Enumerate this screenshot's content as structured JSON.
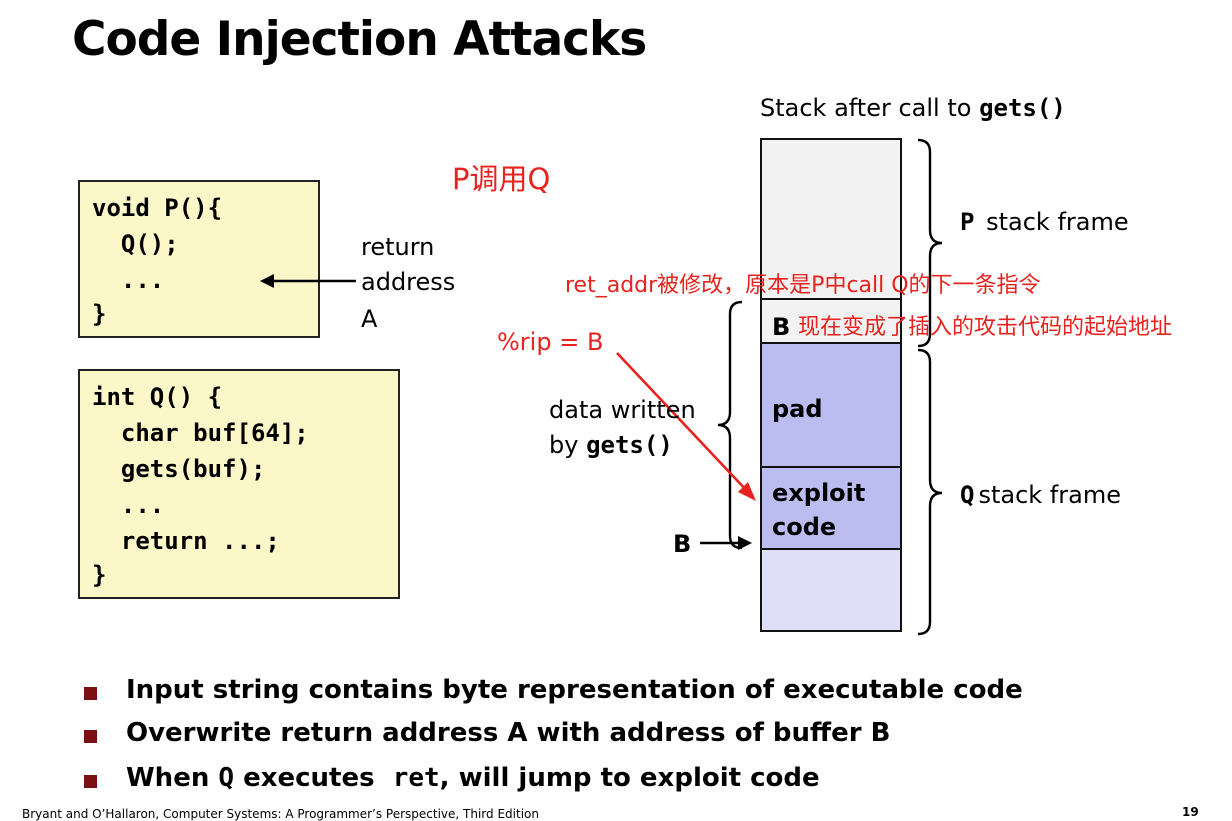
{
  "title": "Code Injection Attacks",
  "code_p": [
    "void P(){",
    "  Q();",
    "  ...",
    "}"
  ],
  "code_q": [
    "int Q() {",
    "  char buf[64];",
    "  gets(buf);",
    "  ...",
    "  return ...;",
    "}"
  ],
  "return_label": [
    "return",
    "address",
    "A"
  ],
  "stack_caption_prefix": "Stack after call to ",
  "stack_caption_code": "gets()",
  "p_frame_code": "P",
  "p_frame_text": "stack frame",
  "q_frame_code": "Q",
  "q_frame_text": "stack frame",
  "data_written_line1": "data written",
  "data_written_prefix": "by ",
  "data_written_code": "gets()",
  "cell_b": "B",
  "cell_pad": "pad",
  "cell_exploit": [
    "exploit",
    "code"
  ],
  "b_pointer": "B",
  "annotations": {
    "p_calls_q": "P调用Q",
    "ret_addr": "ret_addr被修改，原本是P中call Q的下一条指令",
    "now_becomes": "现在变成了插入的攻击代码的起始地址",
    "rip": "%rip = B"
  },
  "bullets": [
    {
      "text": "Input string contains byte representation of executable code"
    },
    {
      "text": "Overwrite return address A with address of buffer B"
    },
    {
      "pre": "When ",
      "code1": "Q",
      "mid": " executes  ",
      "code2": "ret",
      "post": ", will jump to exploit code"
    }
  ],
  "footer": "Bryant and O’Hallaron, Computer Systems: A Programmer’s Perspective, Third Edition",
  "page_number": "19",
  "colors": {
    "code_bg": "#fbf7c9",
    "stack_top": "#f2f2f2",
    "stack_fill": "#bbbcf0",
    "stack_bottom": "#dfe0f8",
    "annotation": "#e8231f",
    "bullet": "#7a1116"
  }
}
